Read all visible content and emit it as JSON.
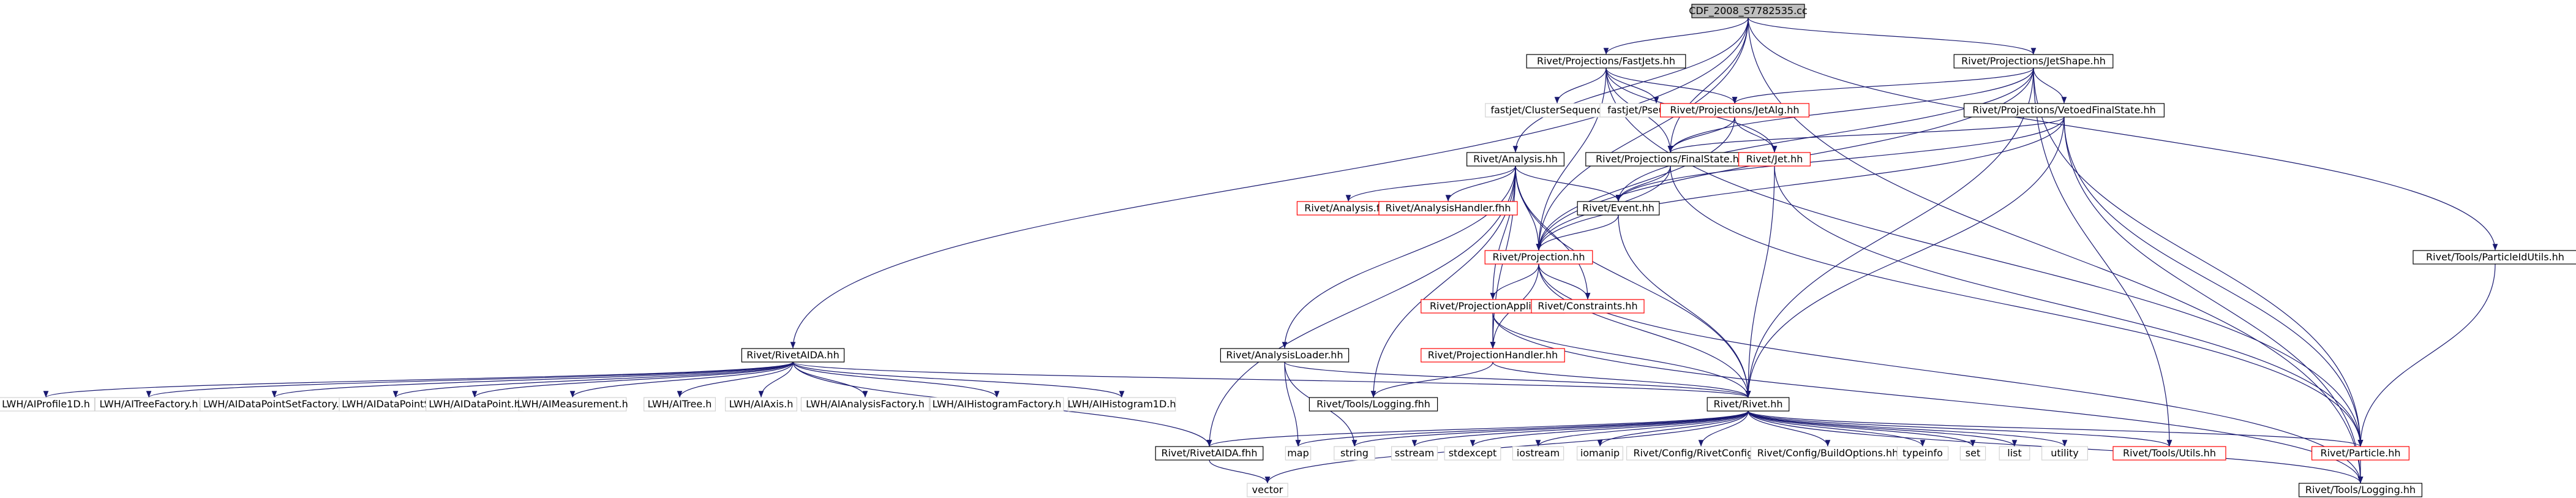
{
  "diagram": {
    "type": "include-dependency-graph",
    "colors": {
      "edge": "#191970",
      "root_fill": "#bfbfbf",
      "documented_border": "#000000",
      "undocumented_border": "#ff0000",
      "external_border": "#d3d3d3",
      "default_fill": "#ffffff"
    },
    "nodes": [
      {
        "id": "root",
        "label": "CDF_2008_S7782535.cc",
        "kind": "root"
      },
      {
        "id": "fastjets",
        "label": "Rivet/Projections/FastJets.hh",
        "kind": "documented"
      },
      {
        "id": "jetshape",
        "label": "Rivet/Projections/JetShape.hh",
        "kind": "documented"
      },
      {
        "id": "clusterseq",
        "label": "fastjet/ClusterSequence.hh",
        "kind": "external"
      },
      {
        "id": "pseudojet",
        "label": "fastjet/PseudoJet.hh",
        "kind": "external"
      },
      {
        "id": "jetalg",
        "label": "Rivet/Projections/JetAlg.hh",
        "kind": "undocumented"
      },
      {
        "id": "vetoedfs",
        "label": "Rivet/Projections/VetoedFinalState.hh",
        "kind": "documented"
      },
      {
        "id": "analysis",
        "label": "Rivet/Analysis.hh",
        "kind": "documented"
      },
      {
        "id": "finalstate",
        "label": "Rivet/Projections/FinalState.hh",
        "kind": "documented"
      },
      {
        "id": "jet",
        "label": "Rivet/Jet.hh",
        "kind": "undocumented"
      },
      {
        "id": "analysisfhh",
        "label": "Rivet/Analysis.fhh",
        "kind": "undocumented"
      },
      {
        "id": "ahandlerfhh",
        "label": "Rivet/AnalysisHandler.fhh",
        "kind": "undocumented"
      },
      {
        "id": "event",
        "label": "Rivet/Event.hh",
        "kind": "documented"
      },
      {
        "id": "projection",
        "label": "Rivet/Projection.hh",
        "kind": "undocumented"
      },
      {
        "id": "particleutils",
        "label": "Rivet/Tools/ParticleIdUtils.hh",
        "kind": "documented"
      },
      {
        "id": "papplier",
        "label": "Rivet/ProjectionApplier.hh",
        "kind": "undocumented"
      },
      {
        "id": "constraints",
        "label": "Rivet/Constraints.hh",
        "kind": "undocumented"
      },
      {
        "id": "rivetaida",
        "label": "Rivet/RivetAIDA.hh",
        "kind": "documented"
      },
      {
        "id": "aloader",
        "label": "Rivet/AnalysisLoader.hh",
        "kind": "documented"
      },
      {
        "id": "phandler",
        "label": "Rivet/ProjectionHandler.hh",
        "kind": "undocumented"
      },
      {
        "id": "lwhprofile",
        "label": "LWH/AIProfile1D.h",
        "kind": "external"
      },
      {
        "id": "lwhtreefac",
        "label": "LWH/AITreeFactory.h",
        "kind": "external"
      },
      {
        "id": "lwhdpsfac",
        "label": "LWH/AIDataPointSetFactory.h",
        "kind": "external"
      },
      {
        "id": "lwhdps",
        "label": "LWH/AIDataPointSet.h",
        "kind": "external"
      },
      {
        "id": "lwhdp",
        "label": "LWH/AIDataPoint.h",
        "kind": "external"
      },
      {
        "id": "lwhmeas",
        "label": "LWH/AIMeasurement.h",
        "kind": "external"
      },
      {
        "id": "lwhtree",
        "label": "LWH/AITree.h",
        "kind": "external"
      },
      {
        "id": "lwhaxis",
        "label": "LWH/AIAxis.h",
        "kind": "external"
      },
      {
        "id": "lwhanafac",
        "label": "LWH/AIAnalysisFactory.h",
        "kind": "external"
      },
      {
        "id": "lwhhistfac",
        "label": "LWH/AIHistogramFactory.h",
        "kind": "external"
      },
      {
        "id": "lwhhist1d",
        "label": "LWH/AIHistogram1D.h",
        "kind": "external"
      },
      {
        "id": "loggingfhh",
        "label": "Rivet/Tools/Logging.fhh",
        "kind": "documented"
      },
      {
        "id": "rivethh",
        "label": "Rivet/Rivet.hh",
        "kind": "documented"
      },
      {
        "id": "rivetaidafhh",
        "label": "Rivet/RivetAIDA.fhh",
        "kind": "documented"
      },
      {
        "id": "map",
        "label": "map",
        "kind": "external"
      },
      {
        "id": "string",
        "label": "string",
        "kind": "external"
      },
      {
        "id": "sstream",
        "label": "sstream",
        "kind": "external"
      },
      {
        "id": "stdexcept",
        "label": "stdexcept",
        "kind": "external"
      },
      {
        "id": "iostream",
        "label": "iostream",
        "kind": "external"
      },
      {
        "id": "iomanip",
        "label": "iomanip",
        "kind": "external"
      },
      {
        "id": "rivetconfig",
        "label": "Rivet/Config/RivetConfig.hh",
        "kind": "external"
      },
      {
        "id": "buildopts",
        "label": "Rivet/Config/BuildOptions.hh",
        "kind": "external"
      },
      {
        "id": "typeinfo",
        "label": "typeinfo",
        "kind": "external"
      },
      {
        "id": "set",
        "label": "set",
        "kind": "external"
      },
      {
        "id": "list",
        "label": "list",
        "kind": "external"
      },
      {
        "id": "utility",
        "label": "utility",
        "kind": "external"
      },
      {
        "id": "toolsutils",
        "label": "Rivet/Tools/Utils.hh",
        "kind": "undocumented"
      },
      {
        "id": "particle",
        "label": "Rivet/Particle.hh",
        "kind": "undocumented"
      },
      {
        "id": "vector",
        "label": "vector",
        "kind": "external"
      },
      {
        "id": "logginghh",
        "label": "Rivet/Tools/Logging.hh",
        "kind": "documented"
      }
    ],
    "edges": [
      [
        "root",
        "fastjets"
      ],
      [
        "root",
        "jetshape"
      ],
      [
        "root",
        "rivetaida"
      ],
      [
        "root",
        "analysis"
      ],
      [
        "root",
        "finalstate"
      ],
      [
        "root",
        "particleutils"
      ],
      [
        "root",
        "logginghh"
      ],
      [
        "root",
        "projection"
      ],
      [
        "fastjets",
        "clusterseq"
      ],
      [
        "fastjets",
        "pseudojet"
      ],
      [
        "fastjets",
        "jetalg"
      ],
      [
        "fastjets",
        "jet"
      ],
      [
        "fastjets",
        "finalstate"
      ],
      [
        "fastjets",
        "projection"
      ],
      [
        "fastjets",
        "particle"
      ],
      [
        "jetshape",
        "vetoedfs"
      ],
      [
        "jetshape",
        "jetalg"
      ],
      [
        "jetshape",
        "finalstate"
      ],
      [
        "jetshape",
        "projection"
      ],
      [
        "jetshape",
        "rivethh"
      ],
      [
        "jetshape",
        "particle"
      ],
      [
        "jetshape",
        "toolsutils"
      ],
      [
        "jetshape",
        "event"
      ],
      [
        "jetalg",
        "finalstate"
      ],
      [
        "jetalg",
        "jet"
      ],
      [
        "jetalg",
        "projection"
      ],
      [
        "vetoedfs",
        "finalstate"
      ],
      [
        "vetoedfs",
        "event"
      ],
      [
        "vetoedfs",
        "projection"
      ],
      [
        "vetoedfs",
        "rivethh"
      ],
      [
        "vetoedfs",
        "particle"
      ],
      [
        "vetoedfs",
        "logginghh"
      ],
      [
        "analysis",
        "analysisfhh"
      ],
      [
        "analysis",
        "ahandlerfhh"
      ],
      [
        "analysis",
        "event"
      ],
      [
        "analysis",
        "projection"
      ],
      [
        "analysis",
        "papplier"
      ],
      [
        "analysis",
        "constraints"
      ],
      [
        "analysis",
        "aloader"
      ],
      [
        "analysis",
        "phandler"
      ],
      [
        "analysis",
        "rivethh"
      ],
      [
        "analysis",
        "rivetaidafhh"
      ],
      [
        "analysis",
        "loggingfhh"
      ],
      [
        "finalstate",
        "event"
      ],
      [
        "finalstate",
        "projection"
      ],
      [
        "finalstate",
        "particle"
      ],
      [
        "jet",
        "rivethh"
      ],
      [
        "jet",
        "particle"
      ],
      [
        "event",
        "projection"
      ],
      [
        "event",
        "rivethh"
      ],
      [
        "projection",
        "papplier"
      ],
      [
        "projection",
        "constraints"
      ],
      [
        "projection",
        "phandler"
      ],
      [
        "projection",
        "rivethh"
      ],
      [
        "projection",
        "logginghh"
      ],
      [
        "papplier",
        "phandler"
      ],
      [
        "papplier",
        "rivethh"
      ],
      [
        "papplier",
        "logginghh"
      ],
      [
        "phandler",
        "loggingfhh"
      ],
      [
        "phandler",
        "rivethh"
      ],
      [
        "aloader",
        "rivethh"
      ],
      [
        "aloader",
        "map"
      ],
      [
        "aloader",
        "string"
      ],
      [
        "particleutils",
        "particle"
      ],
      [
        "rivetaida",
        "lwhprofile"
      ],
      [
        "rivetaida",
        "lwhtreefac"
      ],
      [
        "rivetaida",
        "lwhdpsfac"
      ],
      [
        "rivetaida",
        "lwhdps"
      ],
      [
        "rivetaida",
        "lwhdp"
      ],
      [
        "rivetaida",
        "lwhmeas"
      ],
      [
        "rivetaida",
        "lwhtree"
      ],
      [
        "rivetaida",
        "lwhaxis"
      ],
      [
        "rivetaida",
        "lwhanafac"
      ],
      [
        "rivetaida",
        "lwhhistfac"
      ],
      [
        "rivetaida",
        "lwhhist1d"
      ],
      [
        "rivetaida",
        "rivethh"
      ],
      [
        "rivetaida",
        "rivetaidafhh"
      ],
      [
        "rivethh",
        "map"
      ],
      [
        "rivethh",
        "string"
      ],
      [
        "rivethh",
        "sstream"
      ],
      [
        "rivethh",
        "stdexcept"
      ],
      [
        "rivethh",
        "iostream"
      ],
      [
        "rivethh",
        "iomanip"
      ],
      [
        "rivethh",
        "rivetconfig"
      ],
      [
        "rivethh",
        "buildopts"
      ],
      [
        "rivethh",
        "typeinfo"
      ],
      [
        "rivethh",
        "set"
      ],
      [
        "rivethh",
        "list"
      ],
      [
        "rivethh",
        "utility"
      ],
      [
        "rivethh",
        "toolsutils"
      ],
      [
        "rivethh",
        "particle"
      ],
      [
        "rivethh",
        "vector"
      ],
      [
        "rivethh",
        "logginghh"
      ],
      [
        "rivethh",
        "rivetaidafhh"
      ],
      [
        "particle",
        "logginghh"
      ],
      [
        "rivetaidafhh",
        "vector"
      ]
    ]
  }
}
